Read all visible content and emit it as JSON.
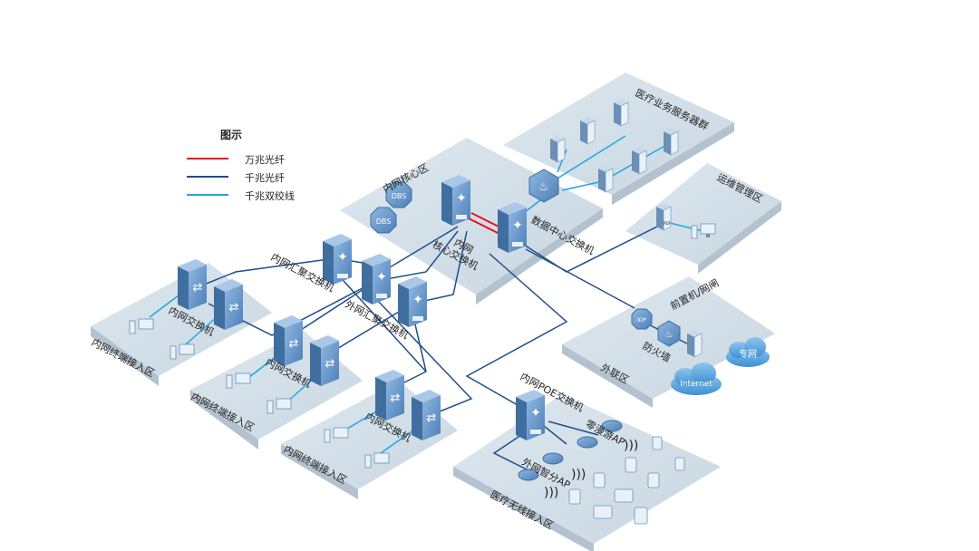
{
  "legend": {
    "title": "图示",
    "items": [
      {
        "label": "万兆光纤",
        "color": "#e8131a"
      },
      {
        "label": "千兆光纤",
        "color": "#1f4e8c"
      },
      {
        "label": "千兆双绞线",
        "color": "#1ea7e1"
      }
    ]
  },
  "zones": {
    "medical_servers": "医疗业务服务器群",
    "ops": "运维管理区",
    "core": "内网核心区",
    "external": "外联区",
    "terminal_1": "内网终端接入区",
    "terminal_2": "内网终端接入区",
    "terminal_3": "内网终端接入区",
    "wireless": "医疗无线接入区"
  },
  "devices": {
    "dbs_1": "DBS",
    "dbs_2": "DBS",
    "core_switch": "内网\n核心交换机",
    "dc_switch": "数据中心交换机",
    "agg_switch_1": "内网汇聚交换机",
    "agg_switch_2": "外网汇聚交换机",
    "access_switch_1": "内网交换机",
    "access_switch_2": "内网交换机",
    "access_switch_3": "内网交换机",
    "poe_switch": "内网POE交换机",
    "frontend": "前置机/网闸",
    "firewall": "防火墙",
    "idp": "IDP",
    "internet": "Internet",
    "private_net": "专网",
    "ap_1": "零漫游AP",
    "ap_2": "外网智分AP",
    "pdf_label": "PDF"
  },
  "colors": {
    "zone_fill": "#d5e0e8",
    "zone_side": "#b4c3cf",
    "device_face": "#6f9ed0",
    "device_side": "#3f6e9f",
    "device_top": "#a9c8e8"
  }
}
